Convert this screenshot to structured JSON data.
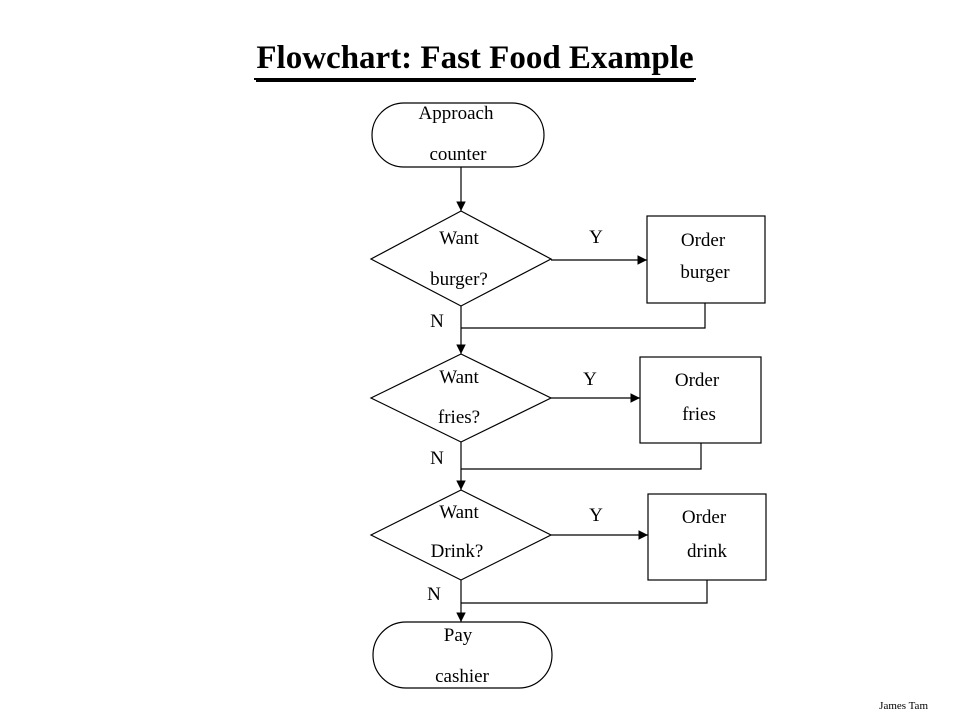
{
  "title": "Flowchart: Fast Food Example",
  "author": "James Tam",
  "nodes": {
    "start": {
      "line1": "Approach",
      "line2": "counter"
    },
    "burger_q": {
      "line1": "Want",
      "line2": "burger?"
    },
    "burger_order": {
      "line1": "Order",
      "line2": "burger"
    },
    "fries_q": {
      "line1": "Want",
      "line2": "fries?"
    },
    "fries_order": {
      "line1": "Order",
      "line2": "fries"
    },
    "drink_q": {
      "line1": "Want",
      "line2": "Drink?"
    },
    "drink_order": {
      "line1": "Order",
      "line2": "drink"
    },
    "end": {
      "line1": "Pay",
      "line2": "cashier"
    }
  },
  "edge_labels": {
    "yes": "Y",
    "no": "N"
  }
}
